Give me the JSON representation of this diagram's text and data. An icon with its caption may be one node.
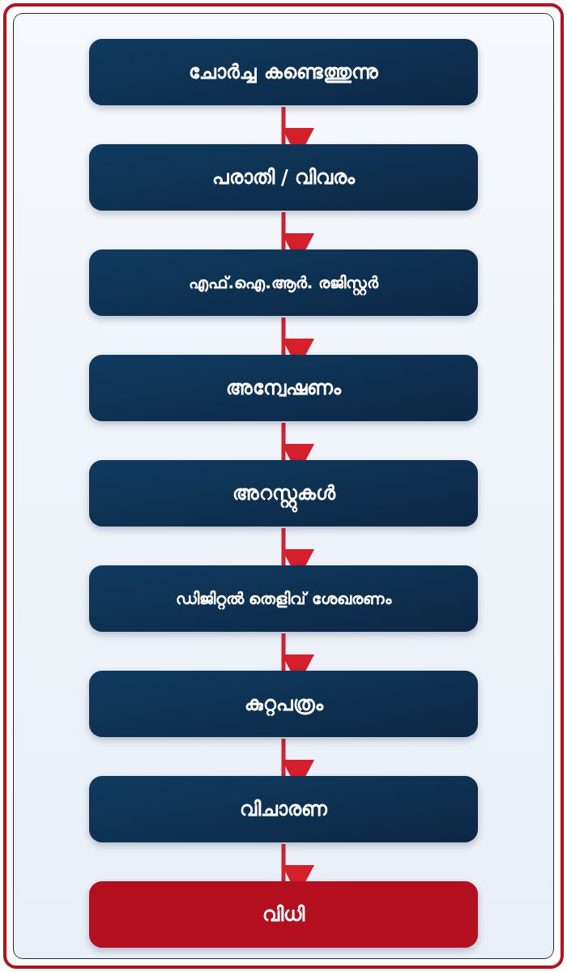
{
  "diagram": {
    "nodes": [
      {
        "text": [
          "ചോർച്ച കണ്ടെത്തുന്നു"
        ]
      },
      {
        "text": [
          "പരാതി / വിവരം"
        ]
      },
      {
        "text": [
          "എഫ്.ഐ.ആർ. രജിസ്റ്റർ"
        ]
      },
      {
        "text": [
          "അന്വേഷണം"
        ]
      },
      {
        "text": [
          "അറസ്റ്റുകൾ"
        ]
      },
      {
        "text": [
          "ഡിജിറ്റൽ തെളിവ് ശേഖരണം"
        ]
      },
      {
        "text": [
          "കുറ്റപത്രം"
        ]
      },
      {
        "text": [
          "വിചാരണ"
        ]
      },
      {
        "text": [
          "വിധി"
        ]
      }
    ],
    "edges": [
      {
        "from": 0,
        "to": 1,
        "arrow": "to"
      },
      {
        "from": 1,
        "to": 2,
        "arrow": "to"
      },
      {
        "from": 2,
        "to": 3,
        "arrow": "to"
      },
      {
        "from": 3,
        "to": 4,
        "arrow": "to"
      },
      {
        "from": 4,
        "to": 5,
        "arrow": "to"
      },
      {
        "from": 5,
        "to": 6,
        "arrow": "to"
      },
      {
        "from": 6,
        "to": 7,
        "arrow": "to"
      },
      {
        "from": 7,
        "to": 8,
        "arrow": "to"
      }
    ]
  }
}
